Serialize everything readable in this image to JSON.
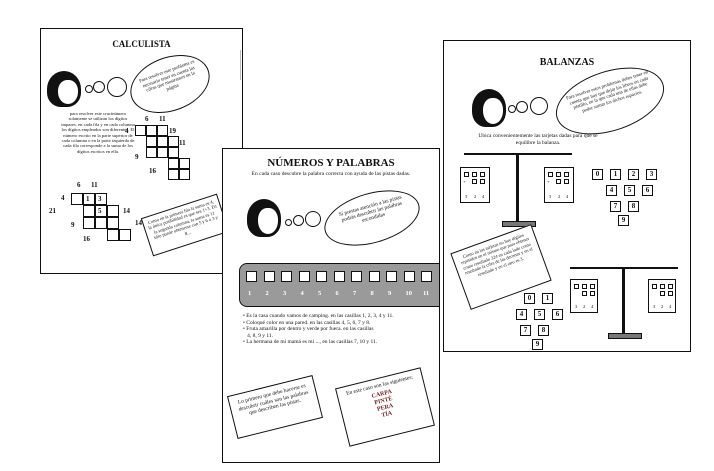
{
  "calculista": {
    "title": "CALCULISTA",
    "cloud_text": "Para resolver este problema es necesario tener en cuenta las cifras que mostramos en la página",
    "left_text": "para resolver este crucinúmero solamente se utilizan los dígitos impares. en cada fila y en cada columna los dígitos empleados son diferentes. El número escrito en la parte superior de cada columna o en la parte izquierda de cada fila corresponde a la suma de los dígitos escritos en ella.",
    "grid1_top": [
      "6",
      "11"
    ],
    "grid1_left": [
      "4",
      "19",
      "11",
      "9",
      "16"
    ],
    "grid2_top": [
      "6",
      "11"
    ],
    "grid2_left": [
      "4",
      "21",
      "9",
      "16"
    ],
    "grid2_values": [
      "1",
      "3",
      "5",
      "14",
      "14"
    ],
    "card_text": "Como en la primera fila la suma es 4, la única posibilidad es que sea 1+3. En la segunda columna, la suma es 11 sólo puede obtenerse con 5 y 6 o 3 y 8..."
  },
  "numeros": {
    "title": "NÚMEROS Y PALABRAS",
    "subtitle": "En cada caso descubre la palabra correcta con ayuda de las pistas dadas.",
    "cloud_text": "Sí prestas atención a las pistas podrás descubrir las palabras escondidas",
    "ruler_numbers": [
      "1",
      "2",
      "3",
      "4",
      "5",
      "6",
      "7",
      "8",
      "9",
      "10",
      "11"
    ],
    "clues": [
      "• Es la casa cuando vamos de camping. en las casillas 1, 2, 3, 4 y 11.",
      "• Coloqué color en una pared. en las casillas 4, 5, 6, 7 y 8.",
      "• Fruta amarilla por dentro y verde por fuera. en las casillas",
      "   4, 8, 9 y 11.",
      "• La hermana de mi mamá es mi ..., en las casillas 7, 10 y 11."
    ],
    "card_left": "Lo primero que debe hacerse es descubrir cuáles son las palabras que describen las pistas.",
    "card_right_text": "En este caso son las siguientes:",
    "answers": [
      "CARPA",
      "PINTÉ",
      "PERA",
      "TÍA"
    ]
  },
  "balanzas": {
    "title": "BALANZAS",
    "cloud_text": "Para resolver estos problemas debes tener en cuenta que hay que dejar los libros en cada platillo, en la que cada una de ellas debe poder sumar los dichos espacios.",
    "instruction": "Ubica convenientemente las tarjetas dadas para que se equilibre la balanza.",
    "tiles_top": [
      "0",
      "1",
      "2",
      "3",
      "4",
      "5",
      "6",
      "7",
      "8",
      "9"
    ],
    "scale_digits": [
      "3",
      "2",
      "4"
    ],
    "card_text": "Como en las tarjetas no hay dígitos repetidos en el mismo que para obtener como resultado 324 en cada lado como resultado la cifra de las decenas y en el resultado y en el otro es 3.",
    "tiles_bottom": [
      "0",
      "1",
      "4",
      "5",
      "6",
      "7",
      "8",
      "9"
    ]
  }
}
